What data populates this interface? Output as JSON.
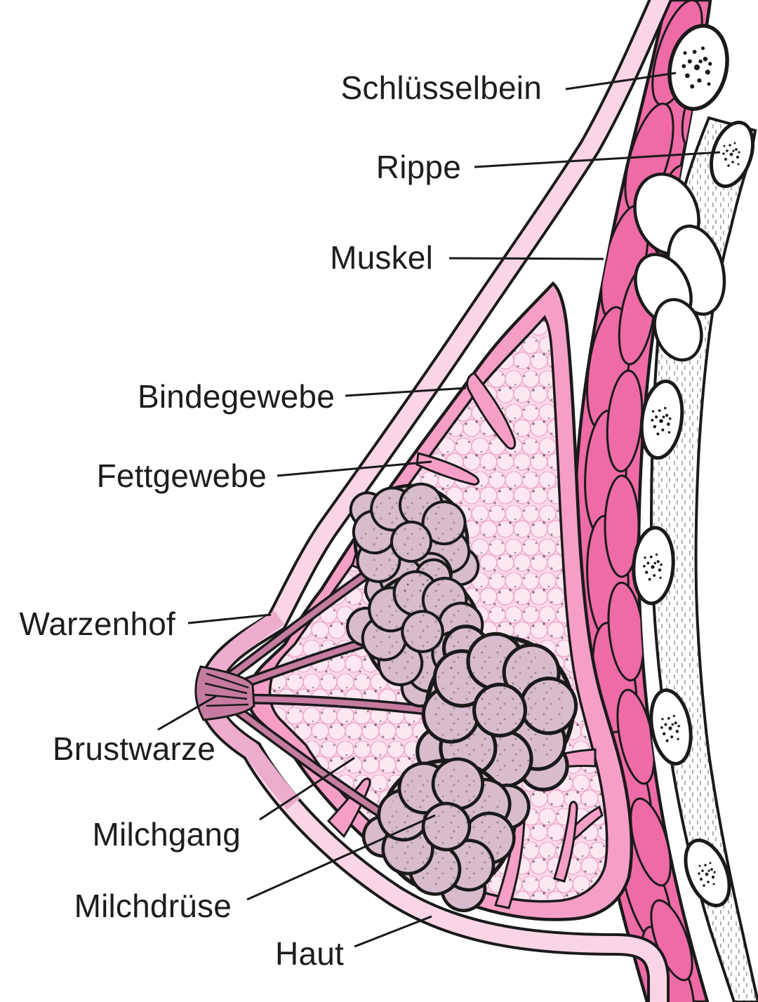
{
  "diagram": {
    "subject": "Anatomie der weiblichen Brust (Querschnitt)",
    "labels": {
      "schluesselbein": "Schlüsselbein",
      "rippe": "Rippe",
      "muskel": "Muskel",
      "bindegewebe": "Bindegewebe",
      "fettgewebe": "Fettgewebe",
      "warzenhof": "Warzenhof",
      "brustwarze": "Brustwarze",
      "milchgang": "Milchgang",
      "milchdruese": "Milchdrüse",
      "haut": "Haut"
    },
    "colors": {
      "skin": "#f9d5e5",
      "areola": "#edaccc",
      "connective": "#f59fc6",
      "fat": "#fbd9e9",
      "fat_light": "#fde8f1",
      "fat_ring": "#eeafce",
      "muscle": "#ee6ba6",
      "gland": "#d8bccb",
      "duct": "#c67c9f",
      "bone": "#ffffff",
      "outline": "#1a1a1a",
      "label_text": "#1d1d1d"
    }
  }
}
